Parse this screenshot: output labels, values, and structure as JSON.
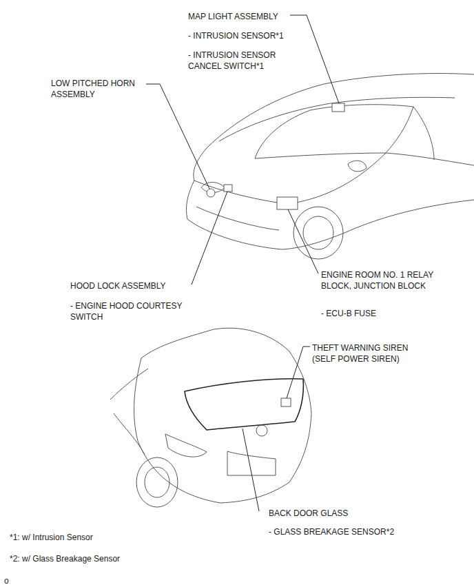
{
  "diagram": {
    "labels": [
      "MAP LIGHT ASSEMBLY",
      "- INTRUSION SENSOR*1",
      "- INTRUSION SENSOR CANCEL SWITCH*1",
      "LOW PITCHED HORN ASSEMBLY",
      "HOOD LOCK ASSEMBLY",
      "- ENGINE HOOD COURTESY SWITCH",
      "ENGINE ROOM NO. 1 RELAY BLOCK, JUNCTION BLOCK",
      "- ECU-B FUSE",
      "THEFT WARNING SIREN (SELF POWER SIREN)",
      "BACK DOOR GLASS",
      "- GLASS BREAKAGE SENSOR*2",
      "*1: w/ Intrusion Sensor",
      "*2: w/ Glass Breakage Sensor",
      "o"
    ]
  }
}
